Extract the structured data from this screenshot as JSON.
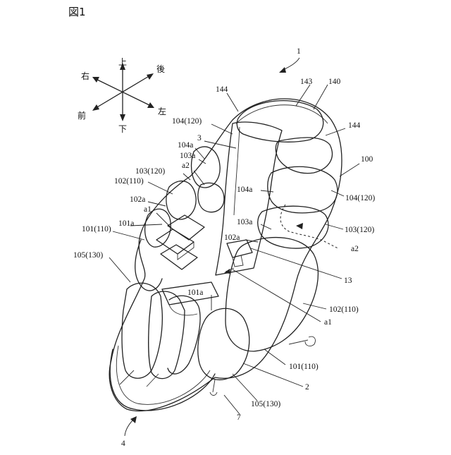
{
  "figure": {
    "title": "図1"
  },
  "directions": {
    "up": "上",
    "down": "下",
    "front": "前",
    "rear": "後",
    "right": "右",
    "left": "左"
  },
  "labels": {
    "l1": "1",
    "l143": "143",
    "l140": "140",
    "l144a": "144",
    "l144b": "144",
    "l104_120_top": "104(120)",
    "l3": "3",
    "l104a_top": "104a",
    "l103a_top": "103a",
    "l_a2_top": "a2",
    "l103_120_left": "103(120)",
    "l102_110_left": "102(110)",
    "l102a_left": "102a",
    "l_a1_left": "a1",
    "l101a_left": "101a",
    "l101_110_left": "101(110)",
    "l105_130_left": "105(130)",
    "l4": "4",
    "l100": "100",
    "l104a_mid": "104a",
    "l104_120_right": "104(120)",
    "l103a_mid": "103a",
    "l103_120_right": "103(120)",
    "l102a_mid": "102a",
    "l_a2_right": "a2",
    "l13": "13",
    "l102_110_right": "102(110)",
    "l_a1_right": "a1",
    "l101a_bottom": "101a",
    "l101_110_right": "101(110)",
    "l2": "2",
    "l105_130_bottom": "105(130)",
    "l7": "7"
  }
}
